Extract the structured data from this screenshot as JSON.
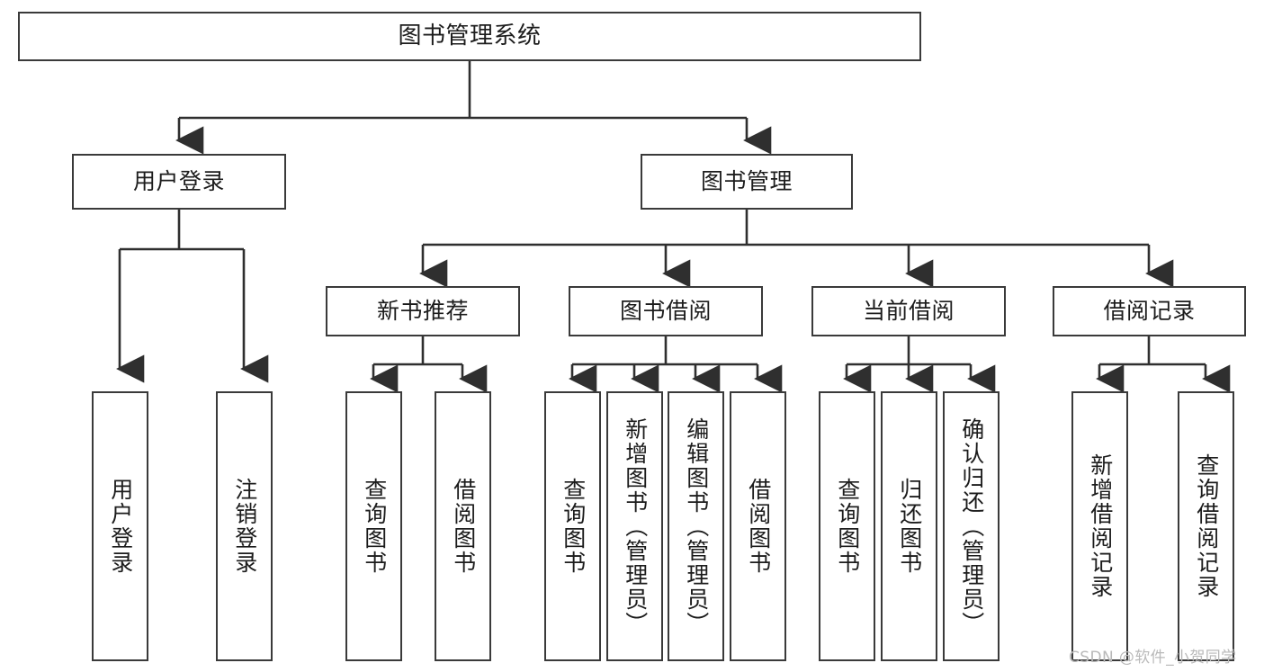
{
  "diagram": {
    "title": "图书管理系统",
    "type": "tree-hierarchy-chart",
    "orientation": "top-down",
    "colors": {
      "box_border": "#3a3a3a",
      "box_fill": "#ffffff",
      "edge": "#2f2f2f",
      "text": "#1c1c1c",
      "watermark": "#b9b9b9",
      "background": "#ffffff"
    }
  },
  "nodes": {
    "root": {
      "label": "图书管理系统"
    },
    "level2": [
      {
        "id": "user-login",
        "label": "用户登录"
      },
      {
        "id": "book-manage",
        "label": "图书管理"
      }
    ],
    "level3": [
      {
        "id": "new-book-recommend",
        "label": "新书推荐"
      },
      {
        "id": "book-borrow",
        "label": "图书借阅"
      },
      {
        "id": "current-borrow",
        "label": "当前借阅"
      },
      {
        "id": "borrow-record",
        "label": "借阅记录"
      }
    ],
    "leaves": {
      "user-login": [
        {
          "id": "leaf-user-login",
          "label": "用户登录"
        },
        {
          "id": "leaf-logout-login",
          "label": "注销登录"
        }
      ],
      "new-book-recommend": [
        {
          "id": "leaf-query-book-1",
          "label": "查询图书"
        },
        {
          "id": "leaf-borrow-book-1",
          "label": "借阅图书"
        }
      ],
      "book-borrow": [
        {
          "id": "leaf-query-book-2",
          "label": "查询图书"
        },
        {
          "id": "leaf-add-book",
          "label": "新增图书（管理员）"
        },
        {
          "id": "leaf-edit-book",
          "label": "编辑图书（管理员）"
        },
        {
          "id": "leaf-borrow-book-2",
          "label": "借阅图书"
        }
      ],
      "current-borrow": [
        {
          "id": "leaf-query-book-3",
          "label": "查询图书"
        },
        {
          "id": "leaf-return-book",
          "label": "归还图书"
        },
        {
          "id": "leaf-confirm-return",
          "label": "确认归还（管理员）"
        }
      ],
      "borrow-record": [
        {
          "id": "leaf-add-record",
          "label": "新增借阅记录"
        },
        {
          "id": "leaf-query-record",
          "label": "查询借阅记录"
        }
      ]
    }
  },
  "watermark": {
    "text": "CSDN @软件_小贺同学"
  }
}
